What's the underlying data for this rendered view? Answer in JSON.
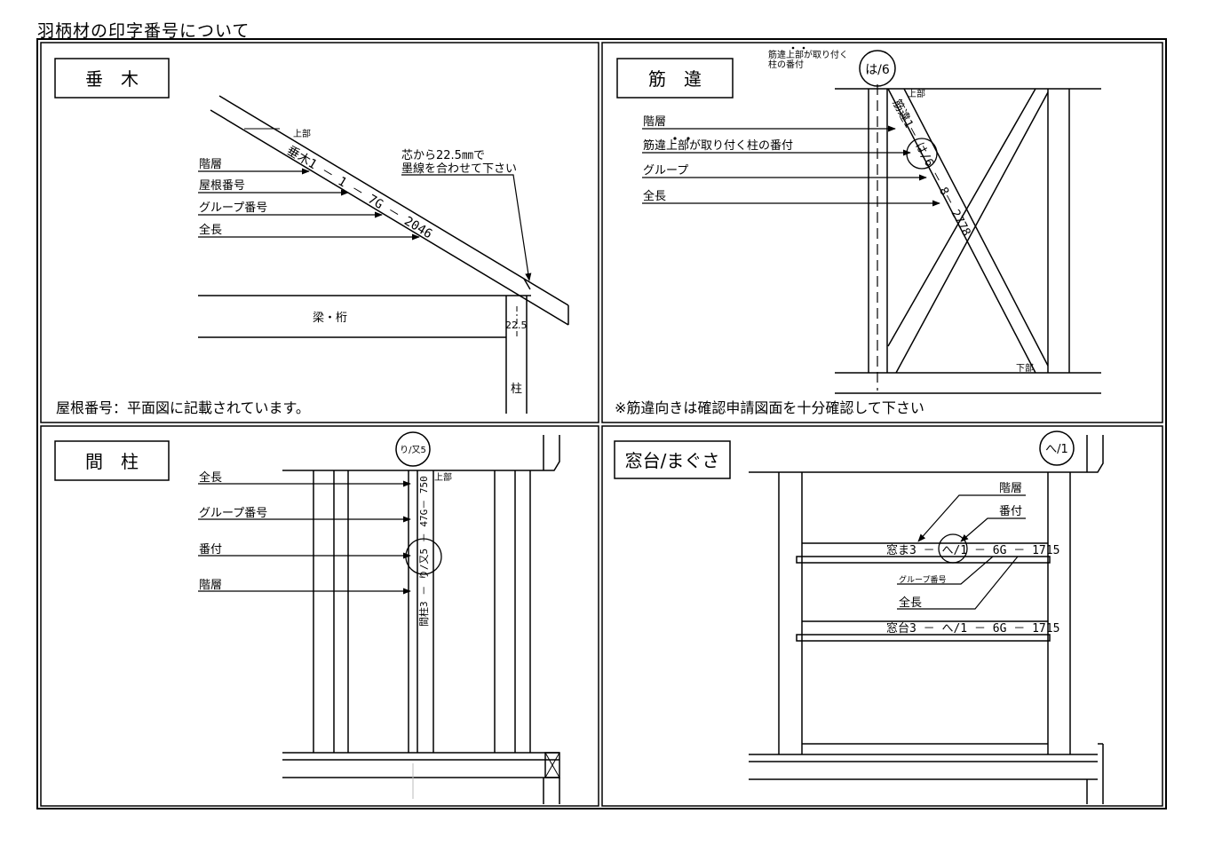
{
  "title": "羽柄材の印字番号について",
  "rafter": {
    "heading": "垂　木",
    "labels": {
      "floor": "階層",
      "roof_no": "屋根番号",
      "group_no": "グループ番号",
      "length": "全長"
    },
    "top": "上部",
    "stamp": "垂木1 － 1 － 7G － 2046",
    "center_note_1": "芯から22.5㎜で",
    "center_note_2": "墨線を合わせて下さい",
    "beam": "梁・桁",
    "offset": "22.5",
    "column": "柱",
    "footnote": "屋根番号：平面図に記載されています。"
  },
  "brace": {
    "heading": "筋　違",
    "topnote_1": "筋違上部が取り付く",
    "topnote_2": "柱の番付",
    "circle": "は/6",
    "labels": {
      "floor": "階層",
      "column_no": "筋違上部が取り付く柱の番付",
      "group": "グループ",
      "length": "全長"
    },
    "top": "上部",
    "bottom": "下部",
    "stamp": "筋違1－ は/6 － 8－ 2778",
    "footnote": "※筋違向きは確認申請図面を十分確認して下さい"
  },
  "stud": {
    "heading": "間　柱",
    "circle": "り/又5",
    "labels": {
      "length": "全長",
      "group_no": "グループ番号",
      "position": "番付",
      "floor": "階層"
    },
    "top": "上部",
    "stamp": "間柱3 － り/又5 － 47G－ 750"
  },
  "sill": {
    "heading": "窓台/まぐさ",
    "circle": "へ/1",
    "labels": {
      "floor": "階層",
      "position": "番付",
      "group_no": "グループ番号",
      "length": "全長"
    },
    "stamp_lintel": "窓ま3 － へ/1 － 6G － 1715",
    "stamp_sill": "窓台3 － へ/1 － 6G － 1715"
  }
}
